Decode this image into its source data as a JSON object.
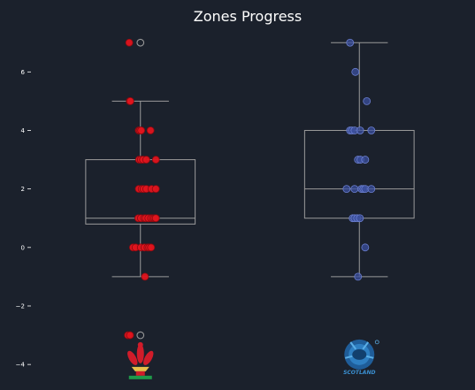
{
  "chart_data": {
    "type": "box",
    "title": "Zones Progress",
    "xlabel": "",
    "ylabel": "",
    "ylim": [
      -4.6,
      7.4
    ],
    "yticks": [
      -4,
      -2,
      0,
      2,
      4,
      6
    ],
    "yticklabels": [
      "−4",
      "−2",
      "0",
      "2",
      "4",
      "6"
    ],
    "grid": false,
    "colors": {
      "background": "#1b212c",
      "box": "#9a9a9a",
      "text": "#ffffff",
      "team1_points": "#e0141e",
      "team2_points": "#3b4f9e"
    },
    "series": [
      {
        "logo": "wales-feathers-icon",
        "box": {
          "whislo": -1,
          "q1": 0.8,
          "med": 1.0,
          "q3": 3,
          "whishi": 5
        },
        "fliers": [
          7,
          -3
        ],
        "points": [
          [
            -0.42,
            7
          ],
          [
            -0.4,
            5
          ],
          [
            -0.38,
            5
          ],
          [
            -0.06,
            4
          ],
          [
            -0.02,
            4
          ],
          [
            0.03,
            4
          ],
          [
            0.38,
            4
          ],
          [
            -0.05,
            3
          ],
          [
            0.02,
            3
          ],
          [
            0.1,
            3
          ],
          [
            0.22,
            3
          ],
          [
            0.58,
            3
          ],
          [
            -0.06,
            2
          ],
          [
            0.05,
            2
          ],
          [
            0.12,
            2
          ],
          [
            0.22,
            2
          ],
          [
            0.42,
            2
          ],
          [
            0.58,
            2
          ],
          [
            -0.08,
            1
          ],
          [
            0.02,
            1
          ],
          [
            0.14,
            1
          ],
          [
            0.2,
            1
          ],
          [
            0.3,
            1
          ],
          [
            0.4,
            1
          ],
          [
            0.47,
            1
          ],
          [
            0.53,
            1
          ],
          [
            0.58,
            1
          ],
          [
            -0.28,
            0
          ],
          [
            -0.18,
            0
          ],
          [
            0.02,
            0
          ],
          [
            0.15,
            0
          ],
          [
            0.27,
            0
          ],
          [
            0.33,
            0
          ],
          [
            0.4,
            0
          ],
          [
            0.17,
            -1
          ],
          [
            -0.47,
            -3
          ],
          [
            -0.39,
            -3
          ]
        ]
      },
      {
        "logo": "scotland-thistle-icon",
        "logo_text": "SCOTLAND",
        "box": {
          "whislo": -1,
          "q1": 1,
          "med": 2,
          "q3": 4,
          "whishi": 7
        },
        "fliers": [],
        "points": [
          [
            -0.35,
            7
          ],
          [
            -0.15,
            6
          ],
          [
            0.28,
            5
          ],
          [
            -0.35,
            4
          ],
          [
            -0.28,
            4
          ],
          [
            -0.18,
            4
          ],
          [
            0.03,
            4
          ],
          [
            0.45,
            4
          ],
          [
            -0.05,
            3
          ],
          [
            0.04,
            3
          ],
          [
            0.22,
            3
          ],
          [
            -0.48,
            2
          ],
          [
            -0.18,
            2
          ],
          [
            0.08,
            2
          ],
          [
            0.15,
            2
          ],
          [
            0.22,
            2
          ],
          [
            0.45,
            2
          ],
          [
            -0.25,
            1
          ],
          [
            -0.18,
            1
          ],
          [
            -0.08,
            1
          ],
          [
            0.02,
            1
          ],
          [
            0.22,
            0
          ],
          [
            -0.05,
            -1
          ]
        ]
      }
    ]
  }
}
